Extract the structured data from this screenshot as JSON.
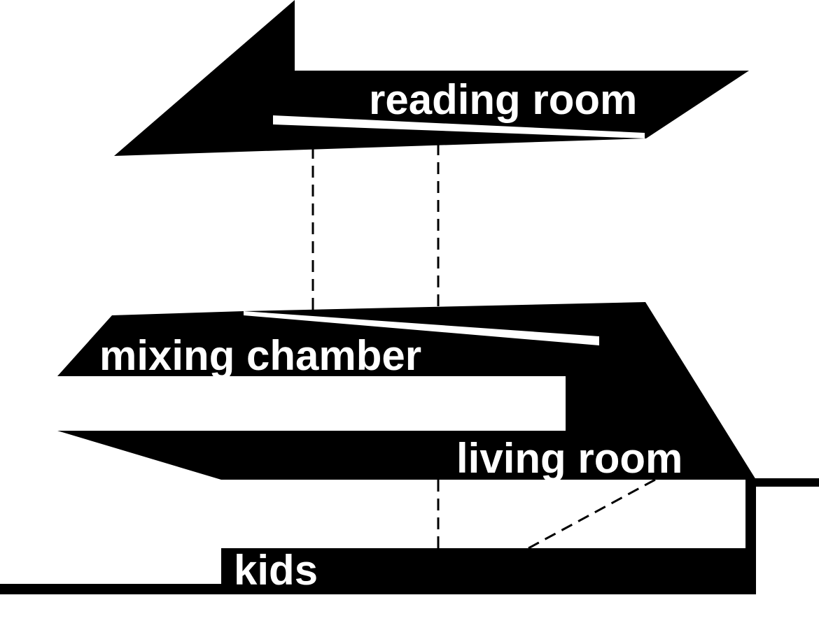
{
  "labels": {
    "reading_room": "reading room",
    "mixing_chamber": "mixing chamber",
    "living_room": "living room",
    "kids": "kids"
  },
  "colors": {
    "fill": "#000000",
    "background": "#ffffff",
    "text": "#ffffff"
  }
}
